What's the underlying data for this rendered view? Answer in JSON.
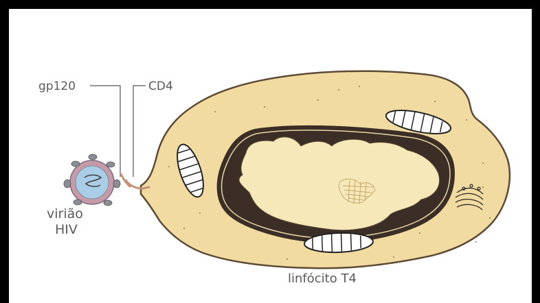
{
  "labels": {
    "gp120": "gp120",
    "cd4": "CD4",
    "virion_line1": "virião",
    "virion_line2": "HIV",
    "cell": "linfócito T4"
  },
  "colors": {
    "cytoplasm": "#f2dba0",
    "outline": "#5c4a35",
    "nucleus_dark": "#3b2e27",
    "nucleus_light": "#f6e8b8",
    "virion_ring": "#c79aa8",
    "virion_core": "#a9cde6",
    "gp120_knob": "#8a8f96",
    "cd4": "#c98f74"
  }
}
